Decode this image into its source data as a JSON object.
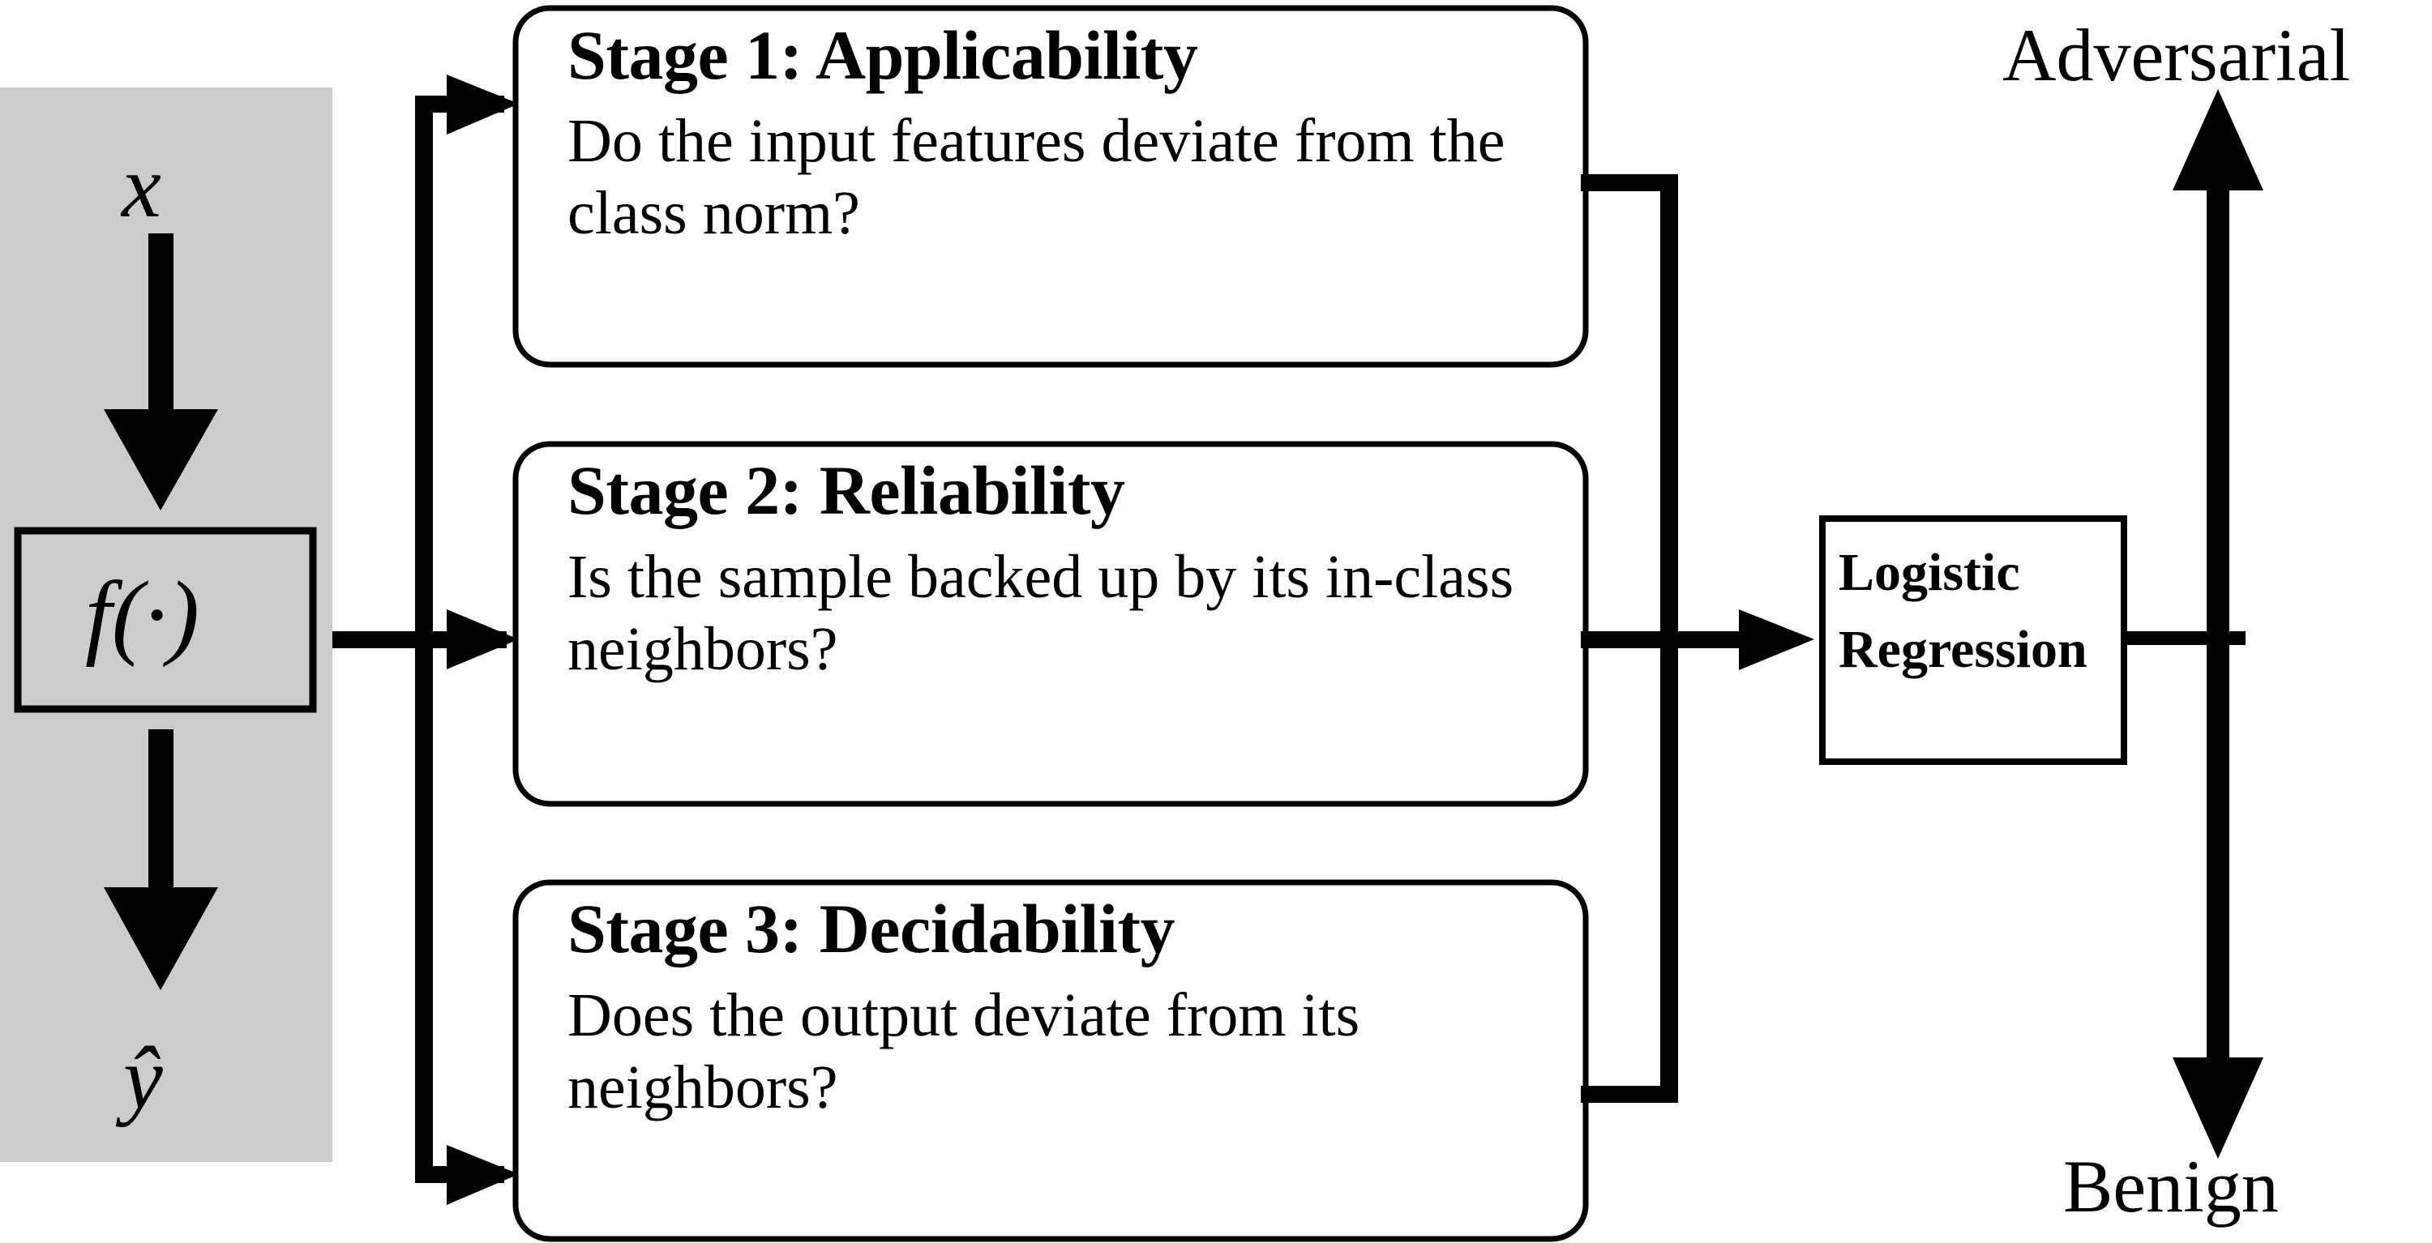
{
  "figure": {
    "type": "flowchart",
    "orientation": "left-to-right",
    "background_color": "#ffffff",
    "stroke_color": "#000000",
    "panel_fill_color": "#cccccc"
  },
  "input_panel": {
    "name": "model-pipeline-panel",
    "fill": "#cccccc",
    "input_label": "x",
    "model_box_label": "f(·)",
    "model_box_function": "f",
    "model_box_arg": "·",
    "output_label": "ŷ",
    "output_label_base": "y",
    "arrow_down_1": "arrow-down",
    "arrow_down_2": "arrow-down"
  },
  "stages": [
    {
      "id": "stage-1",
      "title": "Stage 1: Applicability",
      "question": "Do the input features deviate from the class norm?"
    },
    {
      "id": "stage-2",
      "title": "Stage 2: Reliability",
      "question": "Is the sample backed up by its in-class neighbors?"
    },
    {
      "id": "stage-3",
      "title": "Stage 3: Decidability",
      "question": "Does the output deviate from its neighbors?"
    }
  ],
  "classifier": {
    "id": "logistic-regression-box",
    "line1": "Logistic",
    "line2": "Regression",
    "label": "Logistic Regression"
  },
  "outcomes": {
    "top_label": "Adversarial",
    "bottom_label": "Benign",
    "axis": "double-headed-vertical-arrow"
  },
  "connectors": {
    "fan_out": "one-to-three-branch",
    "fan_in": "three-to-one-merge",
    "to_classifier": "arrow-right",
    "to_outcome_axis": "horizontal-tick"
  }
}
